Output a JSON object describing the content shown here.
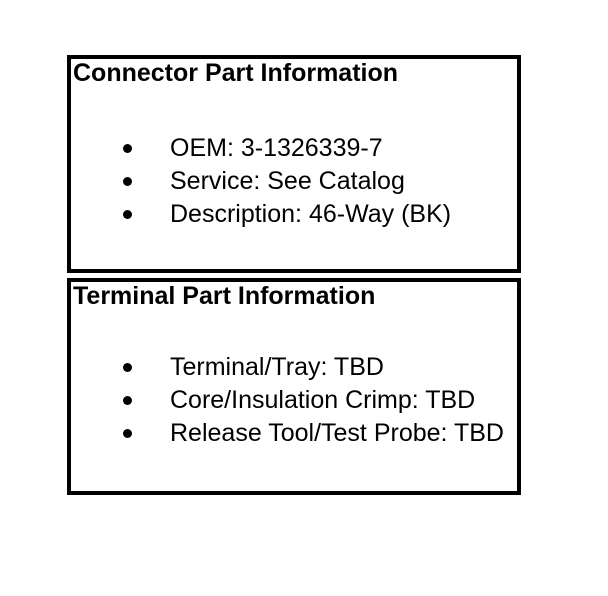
{
  "document": {
    "background_color": "#ffffff",
    "border_color": "#000000",
    "text_color": "#000000"
  },
  "sections": [
    {
      "title": "Connector Part Information",
      "items": [
        "OEM: 3-1326339-7",
        "Service: See Catalog",
        "Description: 46-Way (BK)"
      ]
    },
    {
      "title": "Terminal Part Information",
      "items": [
        "Terminal/Tray: TBD",
        "Core/Insulation Crimp: TBD",
        "Release Tool/Test Probe: TBD"
      ]
    }
  ]
}
